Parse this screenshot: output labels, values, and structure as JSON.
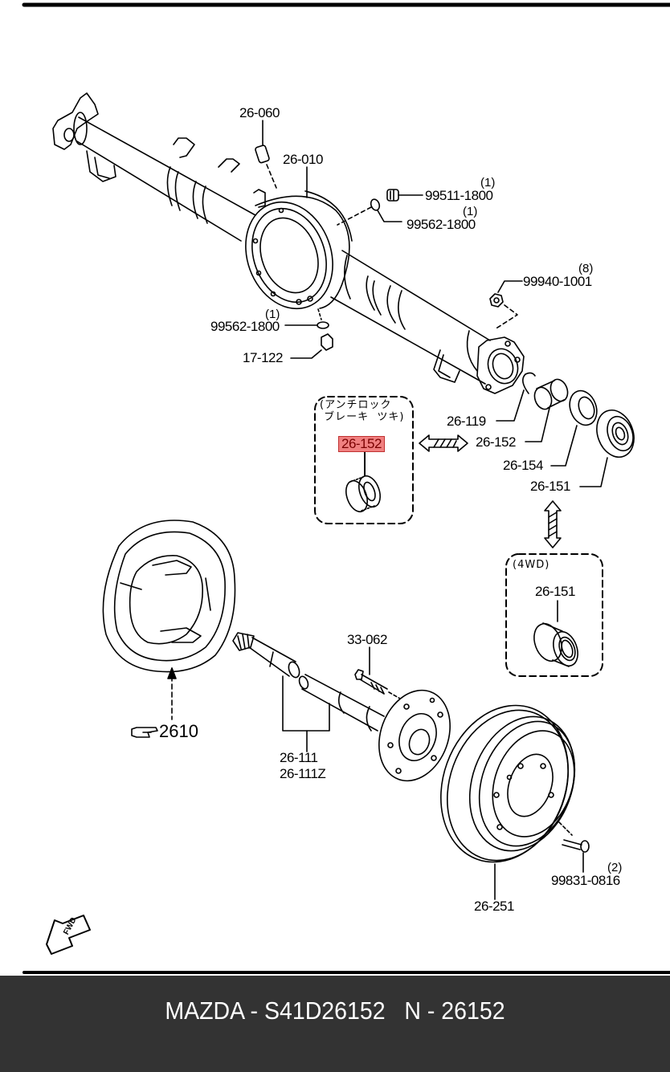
{
  "diagram": {
    "subject": "Mazda rear axle assembly exploded parts diagram",
    "parts": {
      "p26_060": "26-060",
      "p26_010": "26-010",
      "p99511": "99511-1800",
      "p99511_qty": "(1)",
      "p99562_top": "99562-1800",
      "p99562_top_qty": "(1)",
      "p99940": "99940-1001",
      "p99940_qty": "(8)",
      "p99562_low": "99562-1800",
      "p99562_low_qty": "(1)",
      "p17_122": "17-122",
      "p26_119": "26-119",
      "p26_152": "26-152",
      "p26_154": "26-154",
      "p26_151": "26-151",
      "p26_151_4wd": "26-151",
      "p33_062": "33-062",
      "p26_111": "26-111",
      "p26_111z": "26-111Z",
      "p26_251": "26-251",
      "p99831": "99831-0816",
      "p99831_qty": "(2)"
    },
    "abs_box": {
      "note": "(アンチロック\n ブレーキ  ツキ)",
      "highlighted_part": "26-152",
      "highlight_color": "#f08080"
    },
    "fwd_box": {
      "note": "(4WD)"
    },
    "ref_2610": "2610",
    "fwd_arrow_label": "FWD"
  },
  "footer": {
    "caption": "MAZDA - S41D26152   N - 26152",
    "background": "#333333"
  }
}
